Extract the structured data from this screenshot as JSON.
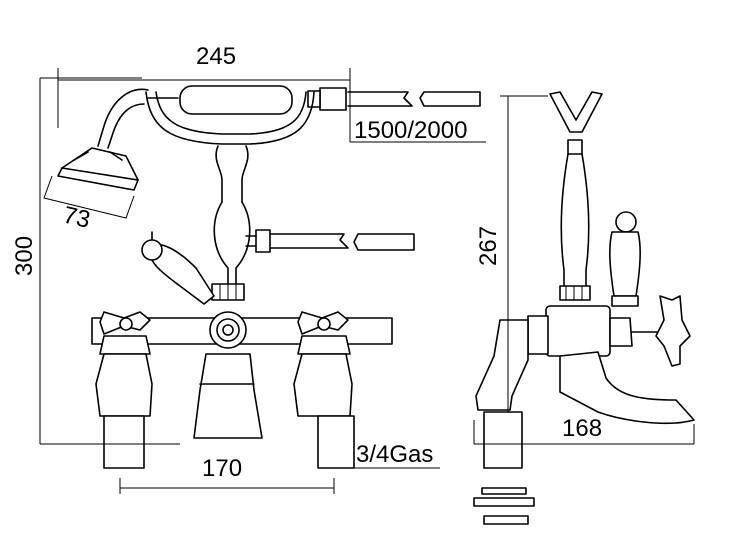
{
  "dimensions": {
    "overall_width": "245",
    "hose_length": "1500/2000",
    "handset_diameter": "73",
    "overall_height": "300",
    "side_height": "267",
    "spout_projection": "168",
    "tap_centres": "170",
    "connection": "3/4Gas"
  }
}
